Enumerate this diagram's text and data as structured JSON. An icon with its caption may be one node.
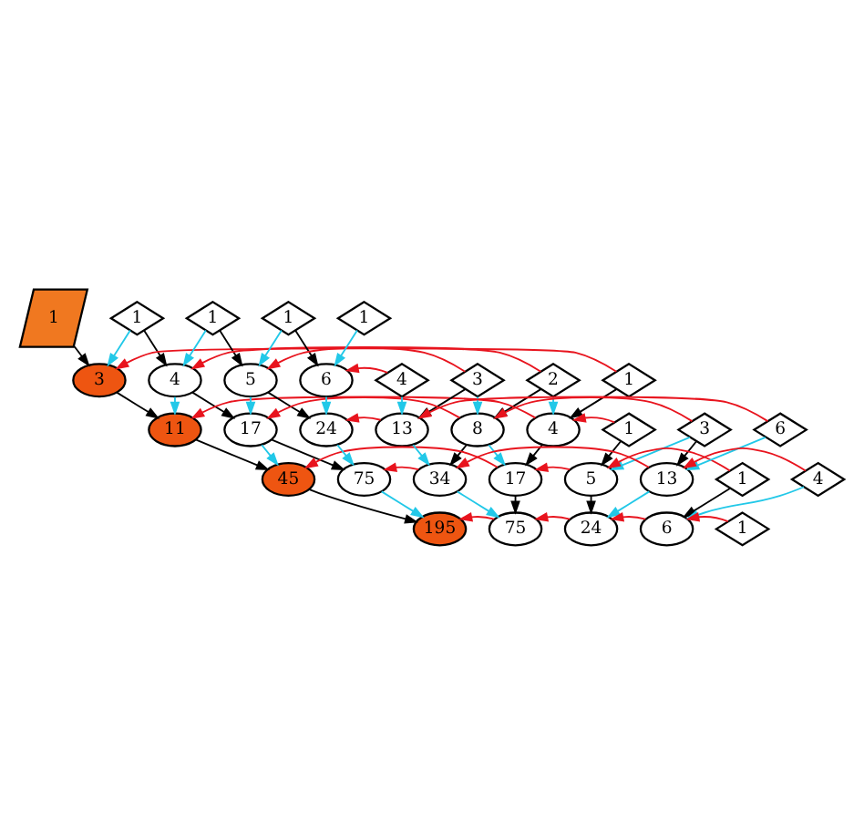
{
  "diagram": {
    "nodes": [
      {
        "text": [
          "1"
        ]
      },
      {
        "text": [
          "1"
        ]
      },
      {
        "text": [
          "3"
        ]
      },
      {
        "text": [
          "1"
        ]
      },
      {
        "text": [
          "1"
        ]
      },
      {
        "text": [
          "4"
        ]
      },
      {
        "text": [
          "2"
        ]
      },
      {
        "text": [
          "11"
        ]
      },
      {
        "text": [
          "4"
        ]
      },
      {
        "text": [
          "1"
        ]
      },
      {
        "text": [
          "1"
        ]
      },
      {
        "text": [
          "5"
        ]
      },
      {
        "text": [
          "3"
        ]
      },
      {
        "text": [
          "17"
        ]
      },
      {
        "text": [
          "8"
        ]
      },
      {
        "text": [
          "3"
        ]
      },
      {
        "text": [
          "45"
        ]
      },
      {
        "text": [
          "17"
        ]
      },
      {
        "text": [
          "5"
        ]
      },
      {
        "text": [
          "1"
        ]
      },
      {
        "text": [
          "1"
        ]
      },
      {
        "text": [
          "6"
        ]
      },
      {
        "text": [
          "4"
        ]
      },
      {
        "text": [
          "24"
        ]
      },
      {
        "text": [
          "13"
        ]
      },
      {
        "text": [
          "6"
        ]
      },
      {
        "text": [
          "75"
        ]
      },
      {
        "text": [
          "34"
        ]
      },
      {
        "text": [
          "13"
        ]
      },
      {
        "text": [
          "4"
        ]
      },
      {
        "text": [
          "195"
        ]
      },
      {
        "text": [
          "75"
        ]
      },
      {
        "text": [
          "24"
        ]
      },
      {
        "text": [
          "6"
        ]
      },
      {
        "text": [
          "1"
        ]
      }
    ],
    "edges": [
      {
        "from": 0,
        "to": 2,
        "arrow": "to"
      },
      {
        "from": 2,
        "to": 7,
        "arrow": "to"
      },
      {
        "from": 1,
        "to": 5,
        "arrow": "to"
      },
      {
        "from": 3,
        "to": 8,
        "arrow": "to"
      },
      {
        "from": 7,
        "to": 16,
        "arrow": "to"
      },
      {
        "from": 5,
        "to": 13,
        "arrow": "to"
      },
      {
        "from": 8,
        "to": 17,
        "arrow": "to"
      },
      {
        "from": 4,
        "to": 11,
        "arrow": "to"
      },
      {
        "from": 6,
        "to": 14,
        "arrow": "to"
      },
      {
        "from": 9,
        "to": 18,
        "arrow": "to"
      },
      {
        "from": 16,
        "to": 30,
        "arrow": "to"
      },
      {
        "from": 13,
        "to": 26,
        "arrow": "to"
      },
      {
        "from": 17,
        "to": 31,
        "arrow": "to"
      },
      {
        "from": 11,
        "to": 23,
        "arrow": "to"
      },
      {
        "from": 14,
        "to": 27,
        "arrow": "to"
      },
      {
        "from": 18,
        "to": 32,
        "arrow": "to"
      },
      {
        "from": 10,
        "to": 21,
        "arrow": "to"
      },
      {
        "from": 12,
        "to": 24,
        "arrow": "to"
      },
      {
        "from": 15,
        "to": 28,
        "arrow": "to"
      },
      {
        "from": 19,
        "to": 33,
        "arrow": "to"
      },
      {
        "from": 1,
        "to": 2,
        "arrow": "to",
        "color": "#22c8e8"
      },
      {
        "from": 4,
        "to": 5,
        "arrow": "to",
        "color": "#22c8e8"
      },
      {
        "from": 6,
        "to": 8,
        "arrow": "to",
        "color": "#22c8e8"
      },
      {
        "from": 5,
        "to": 7,
        "arrow": "to",
        "color": "#22c8e8"
      },
      {
        "from": 10,
        "to": 11,
        "arrow": "to",
        "color": "#22c8e8"
      },
      {
        "from": 12,
        "to": 14,
        "arrow": "to",
        "color": "#22c8e8"
      },
      {
        "from": 15,
        "to": 18,
        "arrow": "to",
        "color": "#22c8e8"
      },
      {
        "from": 11,
        "to": 13,
        "arrow": "to",
        "color": "#22c8e8"
      },
      {
        "from": 14,
        "to": 17,
        "arrow": "to",
        "color": "#22c8e8"
      },
      {
        "from": 13,
        "to": 16,
        "arrow": "to",
        "color": "#22c8e8"
      },
      {
        "from": 20,
        "to": 21,
        "arrow": "to",
        "color": "#22c8e8"
      },
      {
        "from": 22,
        "to": 24,
        "arrow": "to",
        "color": "#22c8e8"
      },
      {
        "from": 25,
        "to": 28,
        "arrow": "to",
        "color": "#22c8e8"
      },
      {
        "from": 29,
        "to": 33,
        "arrow": "to",
        "color": "#22c8e8"
      },
      {
        "from": 21,
        "to": 23,
        "arrow": "to",
        "color": "#22c8e8"
      },
      {
        "from": 24,
        "to": 27,
        "arrow": "to",
        "color": "#22c8e8"
      },
      {
        "from": 28,
        "to": 32,
        "arrow": "to",
        "color": "#22c8e8"
      },
      {
        "from": 23,
        "to": 26,
        "arrow": "to",
        "color": "#22c8e8"
      },
      {
        "from": 27,
        "to": 31,
        "arrow": "to",
        "color": "#22c8e8"
      },
      {
        "from": 26,
        "to": 30,
        "arrow": "to",
        "color": "#22c8e8"
      },
      {
        "from": 3,
        "to": 2,
        "arrow": "to",
        "color": "#e8141e"
      },
      {
        "from": 6,
        "to": 5,
        "arrow": "to",
        "color": "#e8141e"
      },
      {
        "from": 9,
        "to": 8,
        "arrow": "to",
        "color": "#e8141e"
      },
      {
        "from": 8,
        "to": 7,
        "arrow": "to",
        "color": "#e8141e"
      },
      {
        "from": 12,
        "to": 11,
        "arrow": "to",
        "color": "#e8141e"
      },
      {
        "from": 15,
        "to": 14,
        "arrow": "to",
        "color": "#e8141e"
      },
      {
        "from": 14,
        "to": 13,
        "arrow": "to",
        "color": "#e8141e"
      },
      {
        "from": 19,
        "to": 18,
        "arrow": "to",
        "color": "#e8141e"
      },
      {
        "from": 18,
        "to": 17,
        "arrow": "to",
        "color": "#e8141e"
      },
      {
        "from": 17,
        "to": 16,
        "arrow": "to",
        "color": "#e8141e"
      },
      {
        "from": 22,
        "to": 21,
        "arrow": "to",
        "color": "#e8141e"
      },
      {
        "from": 25,
        "to": 24,
        "arrow": "to",
        "color": "#e8141e"
      },
      {
        "from": 24,
        "to": 23,
        "arrow": "to",
        "color": "#e8141e"
      },
      {
        "from": 29,
        "to": 28,
        "arrow": "to",
        "color": "#e8141e"
      },
      {
        "from": 28,
        "to": 27,
        "arrow": "to",
        "color": "#e8141e"
      },
      {
        "from": 27,
        "to": 26,
        "arrow": "to",
        "color": "#e8141e"
      },
      {
        "from": 34,
        "to": 33,
        "arrow": "to",
        "color": "#e8141e"
      },
      {
        "from": 33,
        "to": 32,
        "arrow": "to",
        "color": "#e8141e"
      },
      {
        "from": 32,
        "to": 31,
        "arrow": "to",
        "color": "#e8141e"
      },
      {
        "from": 31,
        "to": 30,
        "arrow": "to",
        "color": "#e8141e"
      }
    ]
  }
}
